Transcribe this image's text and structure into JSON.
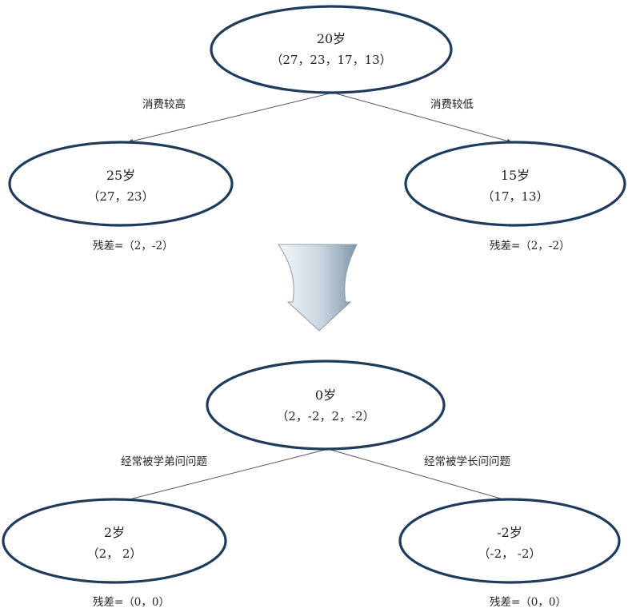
{
  "top_tree": {
    "root": {
      "title": "20岁",
      "values": "（27，23，17，13）"
    },
    "left_edge_label": "消费较高",
    "right_edge_label": "消费较低",
    "left": {
      "title": "25岁",
      "values": "（27，23）",
      "residual": "残差=（2，-2）"
    },
    "right": {
      "title": "15岁",
      "values": "（17，13）",
      "residual": "残差=（2，-2）"
    }
  },
  "transition": {
    "icon": "funnel-down-arrow-icon"
  },
  "bottom_tree": {
    "root": {
      "title": "0岁",
      "values": "（2，-2，2，-2）"
    },
    "left_edge_label": "经常被学弟问问题",
    "right_edge_label": "经常被学长问问题",
    "left": {
      "title": "2岁",
      "values": "（2，  2）",
      "residual": "残差=（0，0）"
    },
    "right": {
      "title": "-2岁",
      "values": "（-2，  -2）",
      "residual": "残差=（0，0）"
    }
  },
  "colors": {
    "ellipse_stroke": "#1f3b5c",
    "edge": "#555555",
    "arrow_light": "#f4f7fa",
    "arrow_dark": "#7f96ab"
  }
}
